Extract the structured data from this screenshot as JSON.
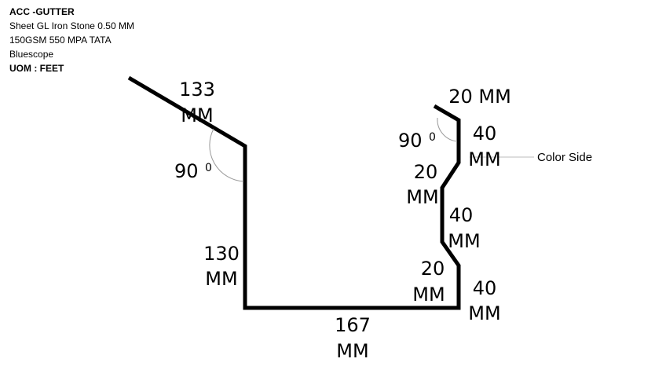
{
  "header": {
    "title": "ACC -GUTTER",
    "line1": "Sheet GL Iron Stone 0.50 MM",
    "line2": "150GSM 550 MPA TATA",
    "line3": "Bluescope",
    "uom": "UOM : FEET"
  },
  "profile": {
    "segments": [
      {
        "value": "133",
        "unit": "MM"
      },
      {
        "value": "130",
        "unit": "MM"
      },
      {
        "value": "167",
        "unit": "MM"
      },
      {
        "value": "40",
        "unit": "MM"
      },
      {
        "value": "20",
        "unit": "MM"
      },
      {
        "value": "40",
        "unit": "MM"
      },
      {
        "value": "20",
        "unit": "MM"
      },
      {
        "value": "40",
        "unit": "MM"
      },
      {
        "value": "20 MM"
      }
    ],
    "angles": [
      {
        "value": "90",
        "sup": "0"
      },
      {
        "value": "90",
        "sup": "0"
      }
    ],
    "color_side_label": "Color Side"
  }
}
